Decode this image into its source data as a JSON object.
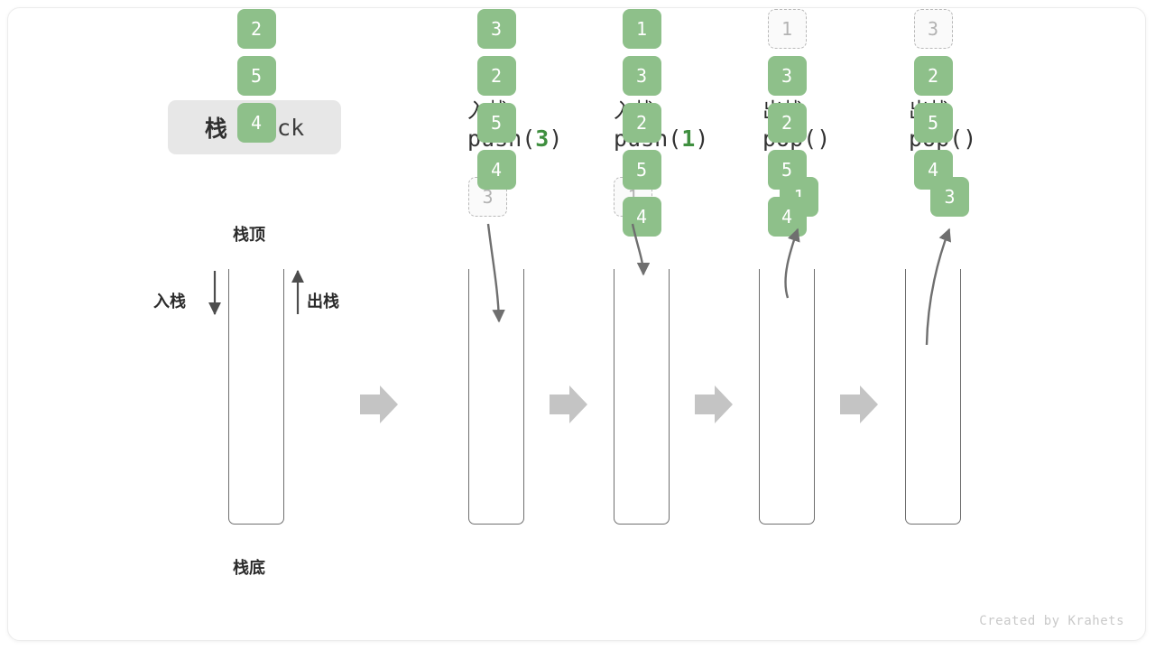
{
  "title": {
    "cn": "栈",
    "en": "Stack"
  },
  "labels": {
    "top": "栈顶",
    "bottom": "栈底",
    "push_side": "入栈",
    "pop_side": "出栈"
  },
  "colors": {
    "element": "#8ec08a",
    "ghost_text": "#b3b3b3",
    "arg_green": "#3f8f3f",
    "arrow_gray": "#6f6f6f",
    "transition_arrow": "#c4c4c4",
    "badge_bg": "#e7e7e7"
  },
  "steps": [
    {
      "op_cn": "入栈",
      "op_code_prefix": "push(",
      "op_arg": "3",
      "op_code_suffix": ")",
      "floating": {
        "value": "3",
        "style": "ghost"
      },
      "cells": [
        {
          "value": "3",
          "style": "filled"
        },
        {
          "value": "2",
          "style": "filled"
        },
        {
          "value": "5",
          "style": "filled"
        },
        {
          "value": "4",
          "style": "filled"
        }
      ]
    },
    {
      "op_cn": "入栈",
      "op_code_prefix": "push(",
      "op_arg": "1",
      "op_code_suffix": ")",
      "floating": {
        "value": "1",
        "style": "ghost"
      },
      "cells": [
        {
          "value": "1",
          "style": "filled"
        },
        {
          "value": "3",
          "style": "filled"
        },
        {
          "value": "2",
          "style": "filled"
        },
        {
          "value": "5",
          "style": "filled"
        },
        {
          "value": "4",
          "style": "filled"
        }
      ]
    },
    {
      "op_cn": "出栈",
      "op_code_prefix": "pop(",
      "op_arg": "",
      "op_code_suffix": ")",
      "floating": {
        "value": "1",
        "style": "filled"
      },
      "cells": [
        {
          "value": "1",
          "style": "ghost"
        },
        {
          "value": "3",
          "style": "filled"
        },
        {
          "value": "2",
          "style": "filled"
        },
        {
          "value": "5",
          "style": "filled"
        },
        {
          "value": "4",
          "style": "filled"
        }
      ]
    },
    {
      "op_cn": "出栈",
      "op_code_prefix": "pop(",
      "op_arg": "",
      "op_code_suffix": ")",
      "floating": {
        "value": "3",
        "style": "filled"
      },
      "cells": [
        {
          "value": "3",
          "style": "ghost"
        },
        {
          "value": "2",
          "style": "filled"
        },
        {
          "value": "5",
          "style": "filled"
        },
        {
          "value": "4",
          "style": "filled"
        }
      ]
    }
  ],
  "initial_stack": {
    "cells": [
      {
        "value": "2",
        "style": "filled"
      },
      {
        "value": "5",
        "style": "filled"
      },
      {
        "value": "4",
        "style": "filled"
      }
    ]
  },
  "watermark": "Created by Krahets"
}
